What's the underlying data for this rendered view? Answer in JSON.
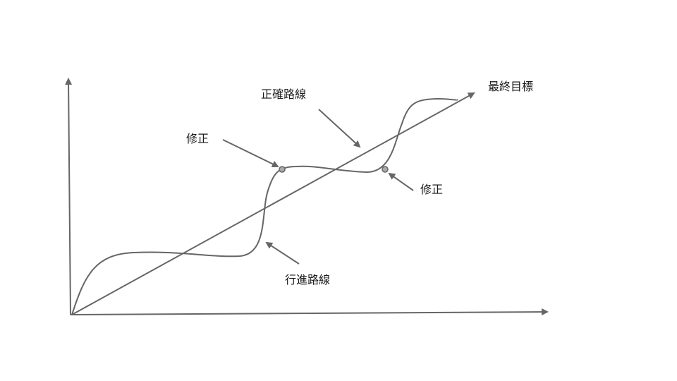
{
  "labels": {
    "correct_path": "正確路線",
    "final_goal": "最終目標",
    "correction_left": "修正",
    "correction_right": "修正",
    "actual_path": "行進路線"
  },
  "colors": {
    "line": "#666666",
    "text": "#1a1a1a",
    "marker_fill": "#aaaaaa"
  }
}
